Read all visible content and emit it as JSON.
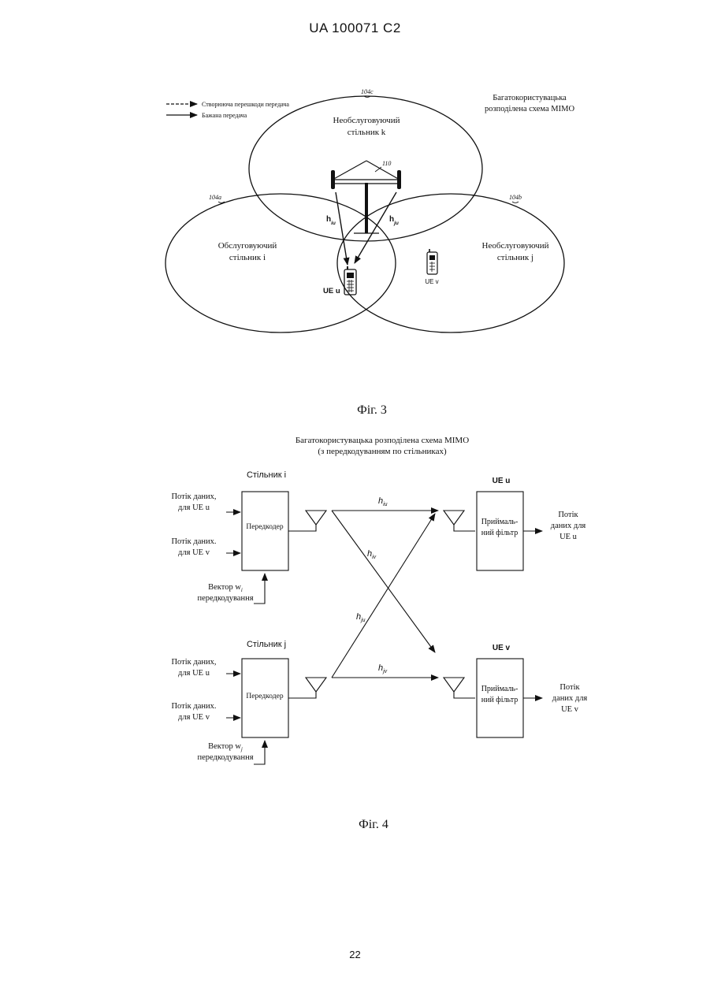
{
  "header": {
    "patent": "UA   100071   C2"
  },
  "fig3": {
    "caption": "Фіг. 3",
    "legend": {
      "dashed": "Створююча перешкоди передача",
      "solid": "Бажана передача"
    },
    "title_line1": "Багатокористувацька",
    "title_line2": "розподілена схема MIMO",
    "cell_k_line1": "Необслуговуючий",
    "cell_k_line2": "стільник k",
    "cell_k_ref": "104c",
    "cell_i_line1": "Обслуговуючий",
    "cell_i_line2": "стільник i",
    "cell_i_ref": "104a",
    "cell_j_line1": "Необслуговуючий",
    "cell_j_line2": "стільник j",
    "cell_j_ref": "104b",
    "antenna_ref": "110",
    "h_main": "h",
    "h_iu_sub": "iu",
    "h_ju_sub": "ju",
    "ue_u": "UE u",
    "ue_v": "UE v"
  },
  "fig4": {
    "caption": "Фіг. 4",
    "title_line1": "Багатокористувацька розподілена схема MIMO",
    "title_line2": "(з передкодуванням по стільниках)",
    "cell_i": "Стільник i",
    "cell_j": "Стільник j",
    "ue_u": "UE u",
    "ue_v": "UE v",
    "precoder": "Передкодер",
    "rx_line1": "Приймаль-",
    "rx_line2": "ний фільтр",
    "in_u_line1": "Потік даних,",
    "in_u_line2": "для UE u",
    "in_v_line1": "Потік даних.",
    "in_v_line2": "для UE v",
    "vec_i_line1": "Вектор w",
    "vec_i_sub": "i",
    "vec_j_line1": "Вектор w",
    "vec_j_sub": "j",
    "vec_line2": "передкодування",
    "out_u_line1": "Потік",
    "out_u_line2": "даних для",
    "out_u_line3": "UE u",
    "out_v_line1": "Потік",
    "out_v_line2": "даних для",
    "out_v_line3": "UE v",
    "h": "h",
    "h_iu_sub": "iu",
    "h_iv_sub": "iv",
    "h_ju_sub": "ju",
    "h_jv_sub": "jv"
  },
  "page_number": "22"
}
